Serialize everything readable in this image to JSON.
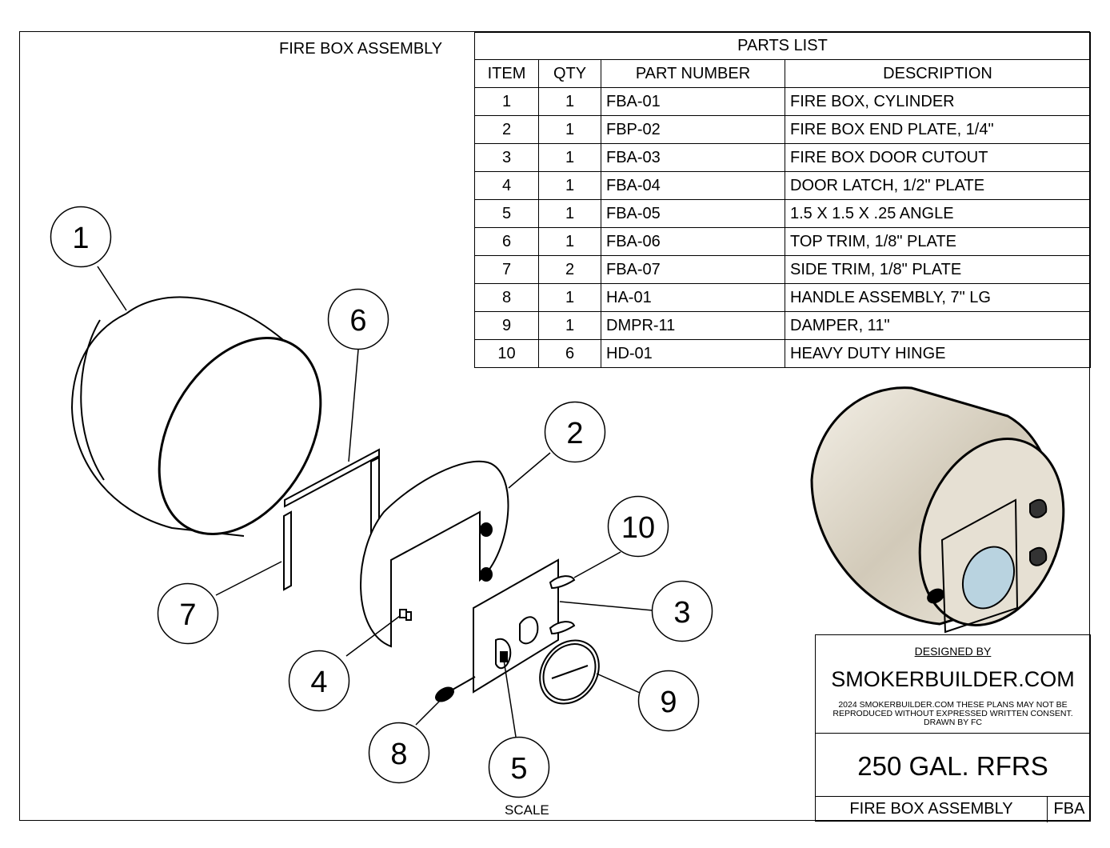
{
  "title": "FIRE BOX ASSEMBLY",
  "parts_list": {
    "caption": "PARTS LIST",
    "headers": [
      "ITEM",
      "QTY",
      "PART NUMBER",
      "DESCRIPTION"
    ],
    "rows": [
      [
        "1",
        "1",
        "FBA-01",
        "FIRE BOX, CYLINDER"
      ],
      [
        "2",
        "1",
        "FBP-02",
        "FIRE BOX END PLATE, 1/4\""
      ],
      [
        "3",
        "1",
        "FBA-03",
        "FIRE BOX DOOR CUTOUT"
      ],
      [
        "4",
        "1",
        "FBA-04",
        "DOOR LATCH, 1/2\" PLATE"
      ],
      [
        "5",
        "1",
        "FBA-05",
        "1.5 X 1.5 X .25 ANGLE"
      ],
      [
        "6",
        "1",
        "FBA-06",
        "TOP TRIM, 1/8\" PLATE"
      ],
      [
        "7",
        "2",
        "FBA-07",
        "SIDE TRIM, 1/8\" PLATE"
      ],
      [
        "8",
        "1",
        "HA-01",
        "HANDLE ASSEMBLY, 7\" LG"
      ],
      [
        "9",
        "1",
        "DMPR-11",
        "DAMPER, 11\""
      ],
      [
        "10",
        "6",
        "HD-01",
        "HEAVY DUTY HINGE"
      ]
    ]
  },
  "balloons": [
    "1",
    "2",
    "3",
    "4",
    "5",
    "6",
    "7",
    "8",
    "9",
    "10"
  ],
  "title_block": {
    "designed_by": "DESIGNED BY",
    "company": "SMOKERBUILDER.COM",
    "notice": "2024 SMOKERBUILDER.COM THESE PLANS MAY NOT BE REPRODUCED WITHOUT EXPRESSED WRITTEN CONSENT. DRAWN BY FC",
    "drawing_title": "250 GAL. RFRS",
    "sheet_name": "FIRE BOX ASSEMBLY",
    "sheet_code": "FBA"
  },
  "scale_label": "SCALE",
  "colors": {
    "line": "#000000",
    "shaded_body": "#d9d2c4",
    "damper_face": "#b9d3e0"
  }
}
